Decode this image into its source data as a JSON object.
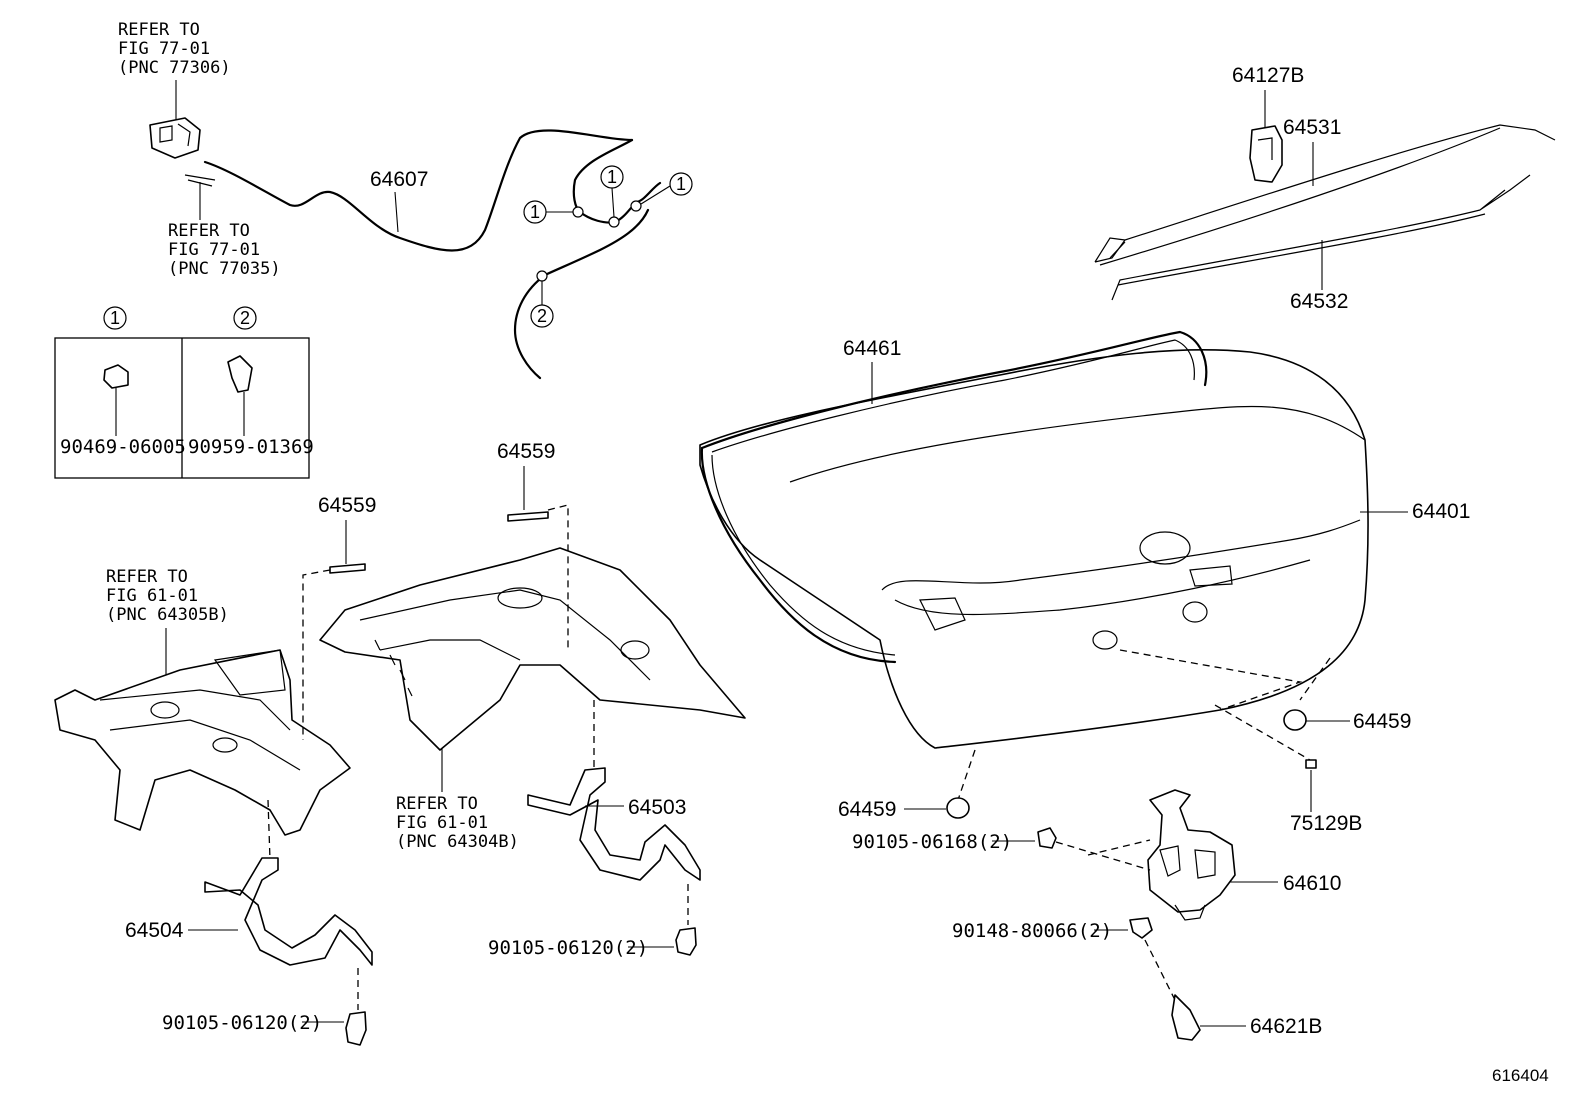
{
  "figure_number": "616404",
  "references": {
    "ref_77306": [
      "REFER TO",
      "FIG 77-01",
      "(PNC 77306)"
    ],
    "ref_77035": [
      "REFER TO",
      "FIG 77-01",
      "(PNC 77035)"
    ],
    "ref_64305B": [
      "REFER TO",
      "FIG 61-01",
      "(PNC 64305B)"
    ],
    "ref_64304B": [
      "REFER TO",
      "FIG 61-01",
      "(PNC 64304B)"
    ]
  },
  "parts": {
    "p64607": "64607",
    "p64127B": "64127B",
    "p64531": "64531",
    "p64532": "64532",
    "p64461": "64461",
    "p64401": "64401",
    "p64459_right": "64459",
    "p64459_left": "64459",
    "p75129B": "75129B",
    "p64559_center": "64559",
    "p64559_left": "64559",
    "p64503": "64503",
    "p64504": "64504",
    "p90105_06120_center": "90105-06120(2)",
    "p90105_06120_left": "90105-06120(2)",
    "p90105_06168": "90105-06168(2)",
    "p64610": "64610",
    "p90148_80066": "90148-80066(2)",
    "p64621B": "64621B"
  },
  "clip_legend": {
    "clip1_number": "1",
    "clip1_part": "90469-06005",
    "clip2_number": "2",
    "clip2_part": "90959-01369"
  },
  "cable_callouts": [
    "1",
    "1",
    "1",
    "2"
  ]
}
